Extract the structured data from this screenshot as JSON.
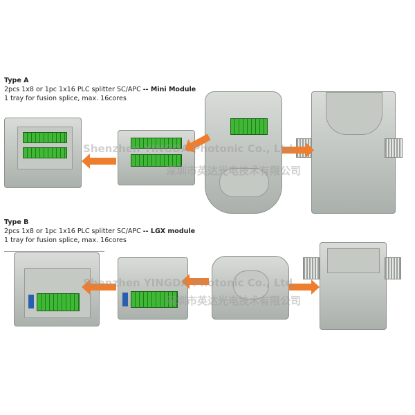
{
  "type_a": {
    "title": "Type A",
    "line1_prefix": "2pcs 1x8 or 1pc 1x16 PLC splitter SC/APC ",
    "line1_bold": "-- Mini Module",
    "line2": "1 tray for fusion splice, max. 16cores"
  },
  "type_b": {
    "title": "Type B",
    "line1_prefix": "2pcs 1x8 or 1pc 1x16 PLC splitter SC/APC ",
    "line1_bold": "-- LGX module",
    "line2": "1 tray for fusion splice, max. 16cores"
  },
  "watermark": {
    "en": "Shenzhen YINGDA Photonic Co., Ltd.",
    "zh": "深圳市英达光电技术有限公司"
  },
  "colors": {
    "arrow": "#ef7d2e",
    "adapter": "#3fb935"
  }
}
